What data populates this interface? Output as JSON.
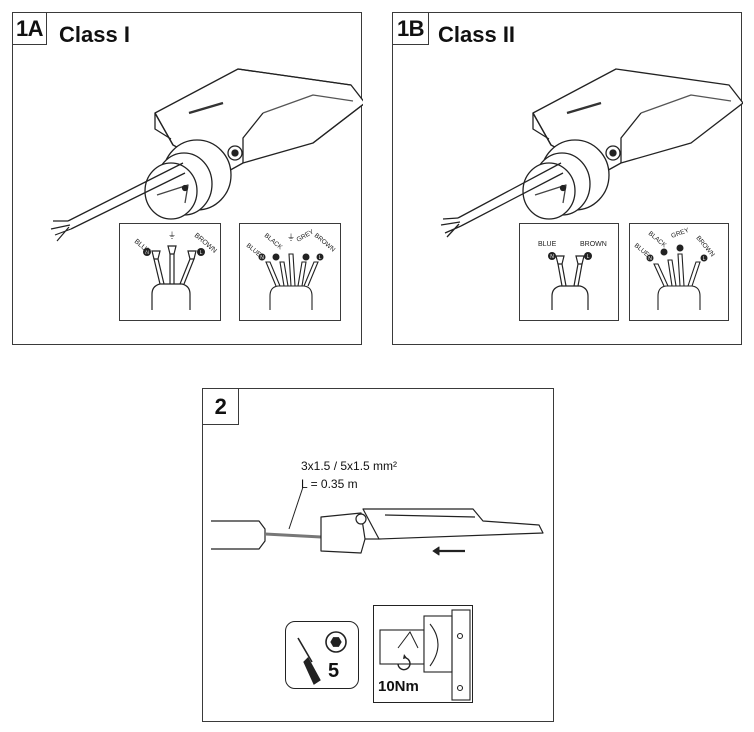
{
  "panel_1a": {
    "tag": "1A",
    "title": "Class I",
    "inset_left": {
      "labels": {
        "blue": "BLUE",
        "brown": "BROWN"
      },
      "terminals": {
        "n": "N",
        "l": "L"
      }
    },
    "inset_right": {
      "labels": {
        "blue": "BLUE",
        "black": "BLACK",
        "grey": "GREY",
        "brown": "BROWN"
      },
      "terminals": {
        "n": "N",
        "l": "L"
      }
    }
  },
  "panel_1b": {
    "tag": "1B",
    "title": "Class II",
    "inset_left": {
      "labels": {
        "blue": "BLUE",
        "brown": "BROWN"
      },
      "terminals": {
        "n": "N",
        "l": "L"
      }
    },
    "inset_right": {
      "labels": {
        "blue": "BLUE",
        "black": "BLACK",
        "grey": "GREY",
        "brown": "BROWN"
      },
      "terminals": {
        "n": "N",
        "l": "L"
      }
    }
  },
  "panel_2": {
    "tag": "2",
    "cable_spec": "3x1.5 / 5x1.5 mm²",
    "cable_length": "L = 0.35 m",
    "tool_size": "5",
    "torque": "10Nm"
  }
}
